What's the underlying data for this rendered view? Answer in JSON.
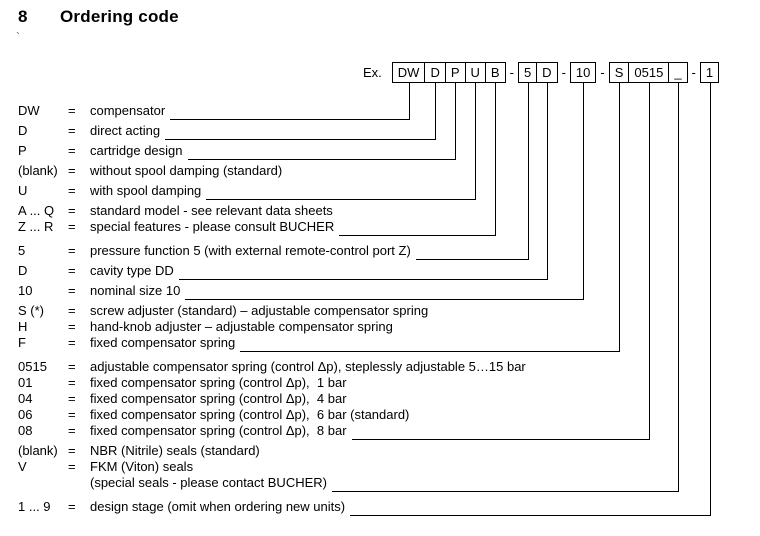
{
  "page": {
    "section_number": "8",
    "title": "Ordering code",
    "stray_mark": "`"
  },
  "example": {
    "label": "Ex.",
    "segments": [
      {
        "text": "DW",
        "boxed": true
      },
      {
        "text": "D",
        "boxed": true
      },
      {
        "text": "P",
        "boxed": true
      },
      {
        "text": "U",
        "boxed": true
      },
      {
        "text": "B",
        "boxed": true
      },
      {
        "text": "-",
        "boxed": false
      },
      {
        "text": "5",
        "boxed": true
      },
      {
        "text": "D",
        "boxed": true
      },
      {
        "text": "-",
        "boxed": false
      },
      {
        "text": "10",
        "boxed": true
      },
      {
        "text": "-",
        "boxed": false
      },
      {
        "text": "S",
        "boxed": true
      },
      {
        "text": "0515",
        "boxed": true
      },
      {
        "text": "_",
        "boxed": true
      },
      {
        "text": "-",
        "boxed": false
      },
      {
        "text": "1",
        "boxed": true
      }
    ]
  },
  "legend": {
    "equals_sign": "=",
    "rows": [
      {
        "code": "DW",
        "desc": "compensator"
      },
      {
        "code": "D",
        "desc": "direct acting"
      },
      {
        "code": "P",
        "desc": "cartridge design"
      },
      {
        "code": "(blank)",
        "desc": "without spool damping (standard)"
      },
      {
        "code": "U",
        "desc": "with spool damping"
      },
      {
        "code": "A ... Q",
        "desc": "standard model - see relevant data sheets"
      },
      {
        "code": "Z ... R",
        "desc": "special features - please consult BUCHER"
      },
      {
        "code": "5",
        "desc": "pressure function 5 (with external remote-control port Z)"
      },
      {
        "code": "D",
        "desc": "cavity type DD"
      },
      {
        "code": "10",
        "desc": "nominal size 10"
      },
      {
        "code": "S (*)",
        "desc": "screw adjuster (standard) – adjustable compensator spring"
      },
      {
        "code": "H",
        "desc": "hand-knob adjuster – adjustable compensator spring"
      },
      {
        "code": "F",
        "desc": "fixed compensator spring"
      },
      {
        "code": "0515",
        "desc": "adjustable compensator spring (control Δp), steplessly adjustable 5…15 bar"
      },
      {
        "code": "01",
        "desc": "fixed compensator spring (control Δp),  1 bar"
      },
      {
        "code": "04",
        "desc": "fixed compensator spring (control Δp),  4 bar"
      },
      {
        "code": "06",
        "desc": "fixed compensator spring (control Δp),  6 bar (standard)"
      },
      {
        "code": "08",
        "desc": "fixed compensator spring (control Δp),  8 bar"
      },
      {
        "code": "(blank)",
        "desc": "NBR (Nitrile) seals (standard)"
      },
      {
        "code": "V",
        "desc": "FKM (Viton) seals"
      },
      {
        "code": "",
        "desc": "(special seals - please contact BUCHER)"
      },
      {
        "code": "1 ... 9",
        "desc": "design stage (omit when ordering new units)"
      }
    ]
  },
  "connectors": [
    {
      "segment": 0,
      "row": 0
    },
    {
      "segment": 1,
      "row": 1
    },
    {
      "segment": 2,
      "row": 2
    },
    {
      "segment": 3,
      "row": 4
    },
    {
      "segment": 4,
      "row": 6
    },
    {
      "segment": 6,
      "row": 7
    },
    {
      "segment": 7,
      "row": 8
    },
    {
      "segment": 9,
      "row": 9
    },
    {
      "segment": 11,
      "row": 12
    },
    {
      "segment": 12,
      "row": 17
    },
    {
      "segment": 13,
      "row": 20
    },
    {
      "segment": 15,
      "row": 21
    }
  ]
}
